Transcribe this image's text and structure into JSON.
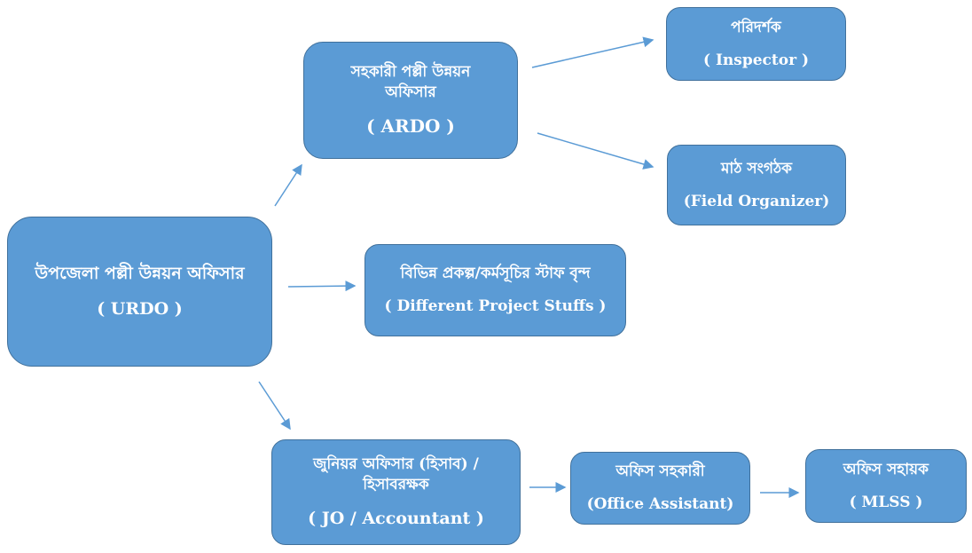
{
  "colors": {
    "box_fill": "#5b9bd5",
    "box_border": "#41719c",
    "arrow": "#5b9bd5"
  },
  "nodes": {
    "urdo": {
      "bn": "উপজেলা পল্লী উন্নয়ন অফিসার",
      "en": "( URDO )"
    },
    "ardo": {
      "bn": "সহকারী পল্লী উন্নয়ন অফিসার",
      "en": "( ARDO )"
    },
    "inspector": {
      "bn": "পরিদর্শক",
      "en": "( Inspector )"
    },
    "field_organizer": {
      "bn": "মাঠ সংগঠক",
      "en": "(Field Organizer)"
    },
    "project_staff": {
      "bn": "বিভিন্ন প্রকল্প/কর্মসূচির স্টাফ বৃন্দ",
      "en": "( Different Project Stuffs )"
    },
    "jo": {
      "bn": "জুনিয়র অফিসার (হিসাব) / হিসাবরক্ষক",
      "en": "( JO / Accountant )"
    },
    "office_assistant": {
      "bn": "অফিস সহকারী",
      "en": "(Office Assistant)"
    },
    "mlss": {
      "bn": "অফিস সহায়ক",
      "en": "( MLSS )"
    }
  }
}
